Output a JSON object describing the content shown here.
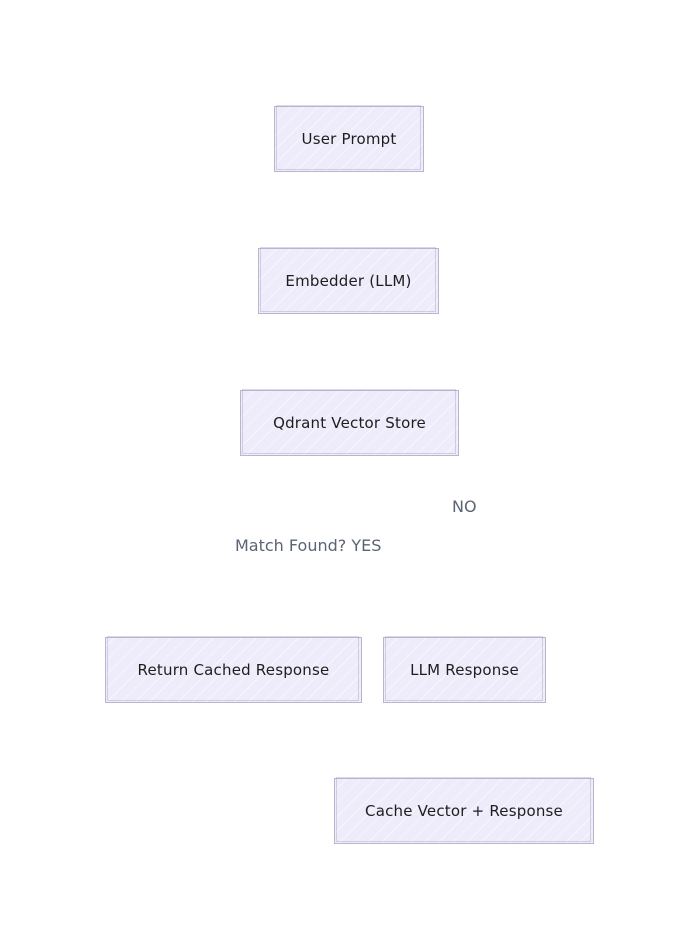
{
  "diagram": {
    "nodes": {
      "user_prompt": "User Prompt",
      "embedder": "Embedder (LLM)",
      "vector_store": "Qdrant Vector Store",
      "return_cached": "Return Cached Response",
      "llm_response": "LLM Response",
      "cache_vector": "Cache Vector + Response"
    },
    "labels": {
      "no": "NO",
      "match_found": "Match Found? YES"
    }
  },
  "colors": {
    "node_fill": "#eeebfa",
    "node_border": "#b9b5cf",
    "label_text": "#5b6474",
    "node_text": "#1e1e1e"
  }
}
